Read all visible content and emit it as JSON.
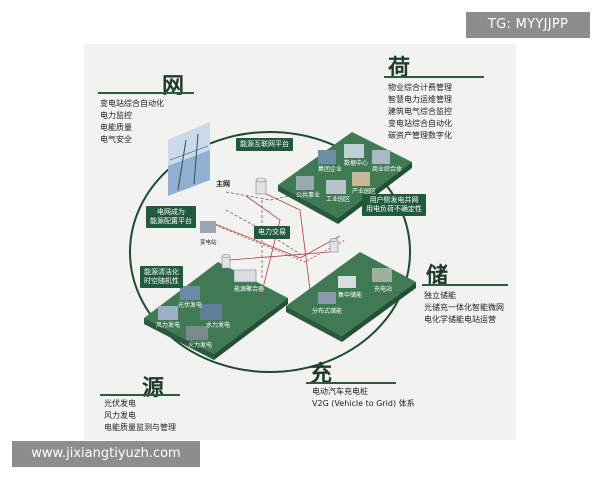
{
  "watermark_top": "TG: MYYJJPP",
  "watermark_bottom": "www.jixiangtiyuzh.com",
  "sections": {
    "wang": {
      "title": "网",
      "items": [
        "变电站综合自动化",
        "电力监控",
        "电能质量",
        "电气安全"
      ]
    },
    "he": {
      "title": "荷",
      "items": [
        "物业综合计费管理",
        "智慧电力运维管理",
        "建筑电气综合监控",
        "变电站综合自动化",
        "碳资产管理数字化"
      ]
    },
    "chu": {
      "title": "储",
      "items": [
        "独立储能",
        "光储充一体化智能微网",
        "电化学储能电站运营"
      ]
    },
    "chong": {
      "title": "充",
      "items": [
        "电动汽车充电桩",
        "V2G (Vehicle to Grid) 体系"
      ]
    },
    "yuan": {
      "title": "源",
      "items": [
        "光伏发电",
        "风力发电",
        "电能质量监测与管理"
      ]
    }
  },
  "tags": {
    "platform": "能源互联网平台",
    "grid_platform": [
      "电网成为",
      "能源配置平台"
    ],
    "clean": [
      "能源清洁化",
      "时空随机性"
    ],
    "trade": "电力交易",
    "user_side": [
      "用户侧发电并网",
      "用电负荷不确定性"
    ]
  },
  "labels": {
    "main_grid": "主网",
    "substation": "变电站",
    "storage_bank": "能源聚合器",
    "pv": "光伏发电",
    "wind": "风力发电",
    "hydro": "水力发电",
    "thermal": "火力发电",
    "commercial": "商业综合体",
    "dc": "数据中心",
    "group": "集团企业",
    "park": "产业园区",
    "public": "公共事业",
    "industrial": "工业园区",
    "centralized": "集中储能",
    "distributed": "分布式储能",
    "charging": "充电站"
  },
  "colors": {
    "dark_green": "#1f5a3c",
    "tile_green": "#3f7a55",
    "circle": "#1e4a30",
    "flow_red": "#b44040"
  }
}
